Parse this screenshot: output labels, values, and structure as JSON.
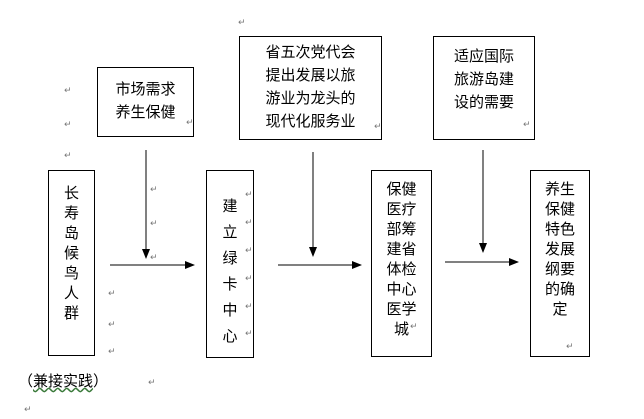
{
  "boxes": {
    "longevity": "长寿岛候鸟人群",
    "market": "市场需求\n养生保健",
    "green_card": "建立绿卡中心",
    "congress": "省五次党代会\n提出发展以旅\n游业为龙头的\n现代化服务业",
    "medical_city": "保健医疗部筹建省体检中心医学城",
    "tourism_island": "适应国际\n旅游岛建\n设的需要",
    "outline": "养生保健特色发展纲要的确定"
  },
  "note": {
    "prefix": "（",
    "underlined": "兼接实践",
    "suffix": "）"
  },
  "marks": {
    "return_symbol": "↵"
  }
}
